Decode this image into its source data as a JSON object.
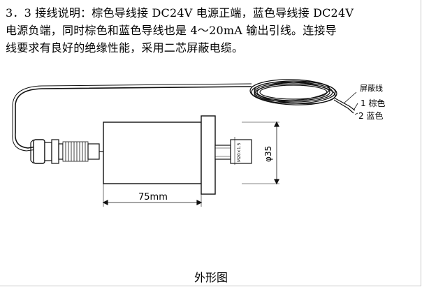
{
  "document": {
    "paragraph_lines": [
      "3．3 接线说明：棕色导线接 DC24V 电源正端，蓝色导线接 DC24V",
      "电源负端，同时棕色和蓝色导线也是 4～20mA 输出引线。连接导",
      "线要求有良好的绝缘性能，采用二芯屏蔽电缆。"
    ],
    "caption": "外形图"
  },
  "diagram": {
    "labels": {
      "shield": "屏蔽线",
      "wire1": "1 棕色",
      "wire2": "2 蓝色",
      "length": "75mm",
      "diameter": "φ35",
      "thread": "M20×1.5"
    },
    "colors": {
      "line": "#111111",
      "body_fill": "#ffffff"
    }
  }
}
